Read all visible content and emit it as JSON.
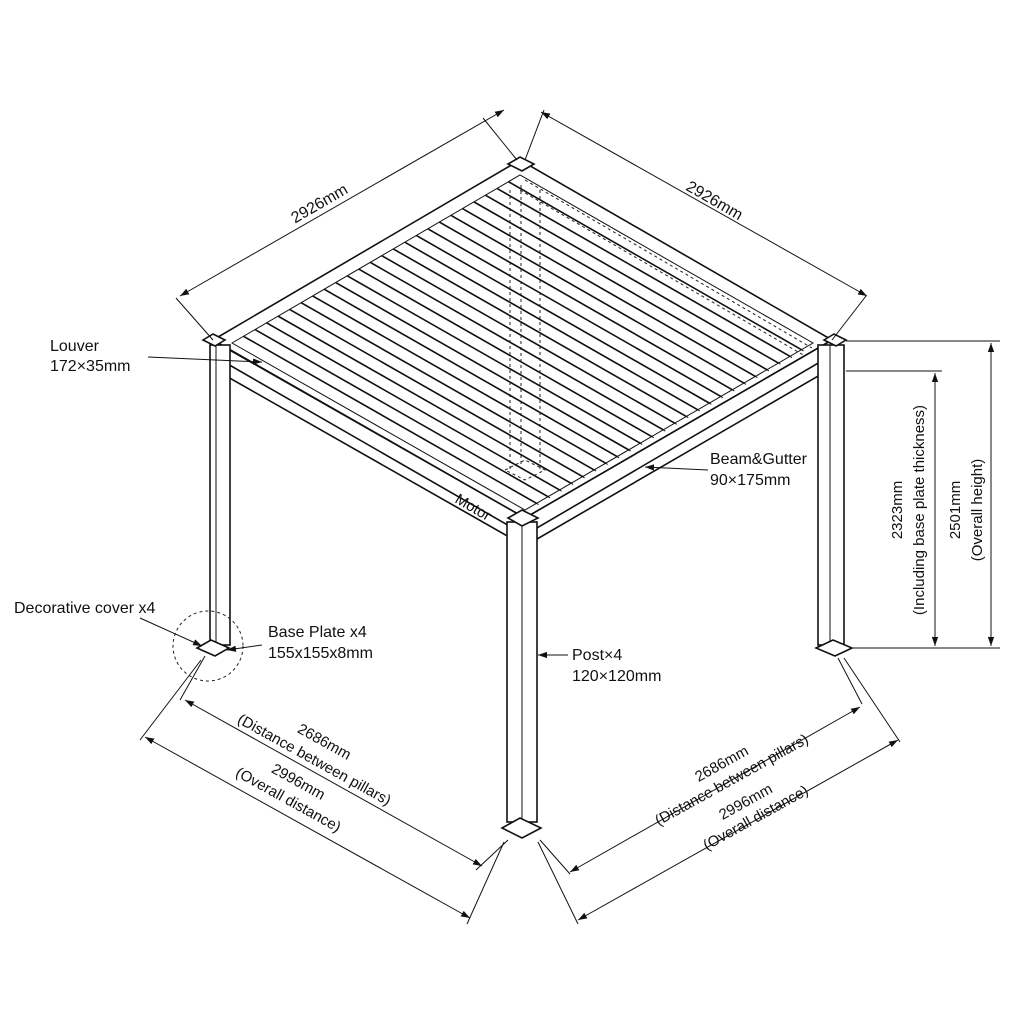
{
  "colors": {
    "line": "#111111",
    "background": "#ffffff"
  },
  "labels": {
    "top_left_width": "2926mm",
    "top_right_width": "2926mm",
    "louver_name": "Louver",
    "louver_size": "172×35mm",
    "beam_name": "Beam&Gutter",
    "beam_size": "90×175mm",
    "motor": "Motor",
    "decorative_cover": "Decorative cover x4",
    "base_plate_name": "Base Plate x4",
    "base_plate_size": "155x155x8mm",
    "post_name": "Post×4",
    "post_size": "120×120mm",
    "clear_height_value": "2323mm",
    "clear_height_note": "(Including base plate thickness)",
    "overall_height_value": "2501mm",
    "overall_height_note": "(Overall height)",
    "left_pillar_value": "2686mm",
    "left_pillar_note": "(Distance between pillars)",
    "left_overall_value": "2996mm",
    "left_overall_note": "(Overall distance)",
    "right_pillar_value": "2686mm",
    "right_pillar_note": "(Distance between pillars)",
    "right_overall_value": "2996mm",
    "right_overall_note": "(Overall distance)"
  }
}
